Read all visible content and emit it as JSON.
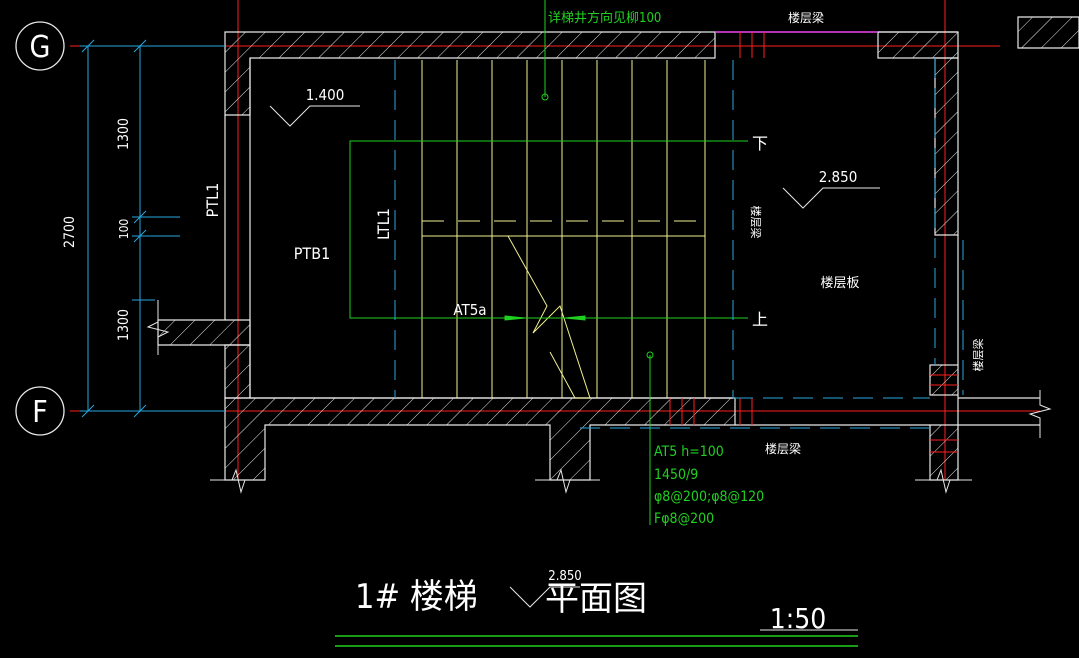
{
  "colors": {
    "background": "#000000",
    "wall": "#e8e8e8",
    "axis": "#ff2020",
    "dimension": "#29a8e0",
    "text": "#ffffff",
    "stair": "#f0f090",
    "green": "#20d020",
    "magenta": "#ff30ff",
    "hatch": "#7ab0ff",
    "cyan": "#20d0e0"
  },
  "axes": {
    "top": "G",
    "bottom": "F"
  },
  "dimensions": {
    "total": "2700",
    "upper": "1300",
    "middle": "100",
    "lower": "1300"
  },
  "members": {
    "ptl": "PTL1",
    "ptb": "PTB1",
    "ltl": "LTL1",
    "at5a": "AT5a",
    "floor_beam_top": "楼层梁",
    "floor_beam_bottom": "楼层梁",
    "floor_beam_right_v": "楼层梁",
    "floor_beam_mid_v": "楼层梁",
    "floor_slab": "楼层板"
  },
  "elevations": {
    "landing": "1.400",
    "floor": "2.850"
  },
  "stair_marks": {
    "down": "下",
    "up": "上"
  },
  "top_note": "详梯井方向见柳100",
  "at5_note": {
    "line1": "AT5  h=100",
    "line2": "1450/9",
    "line3": "φ8@200;φ8@120",
    "line4": "Fφ8@200"
  },
  "title": {
    "name": "1# 楼梯",
    "elevation": "2.850",
    "suffix": "平面图",
    "scale": "1:50"
  }
}
